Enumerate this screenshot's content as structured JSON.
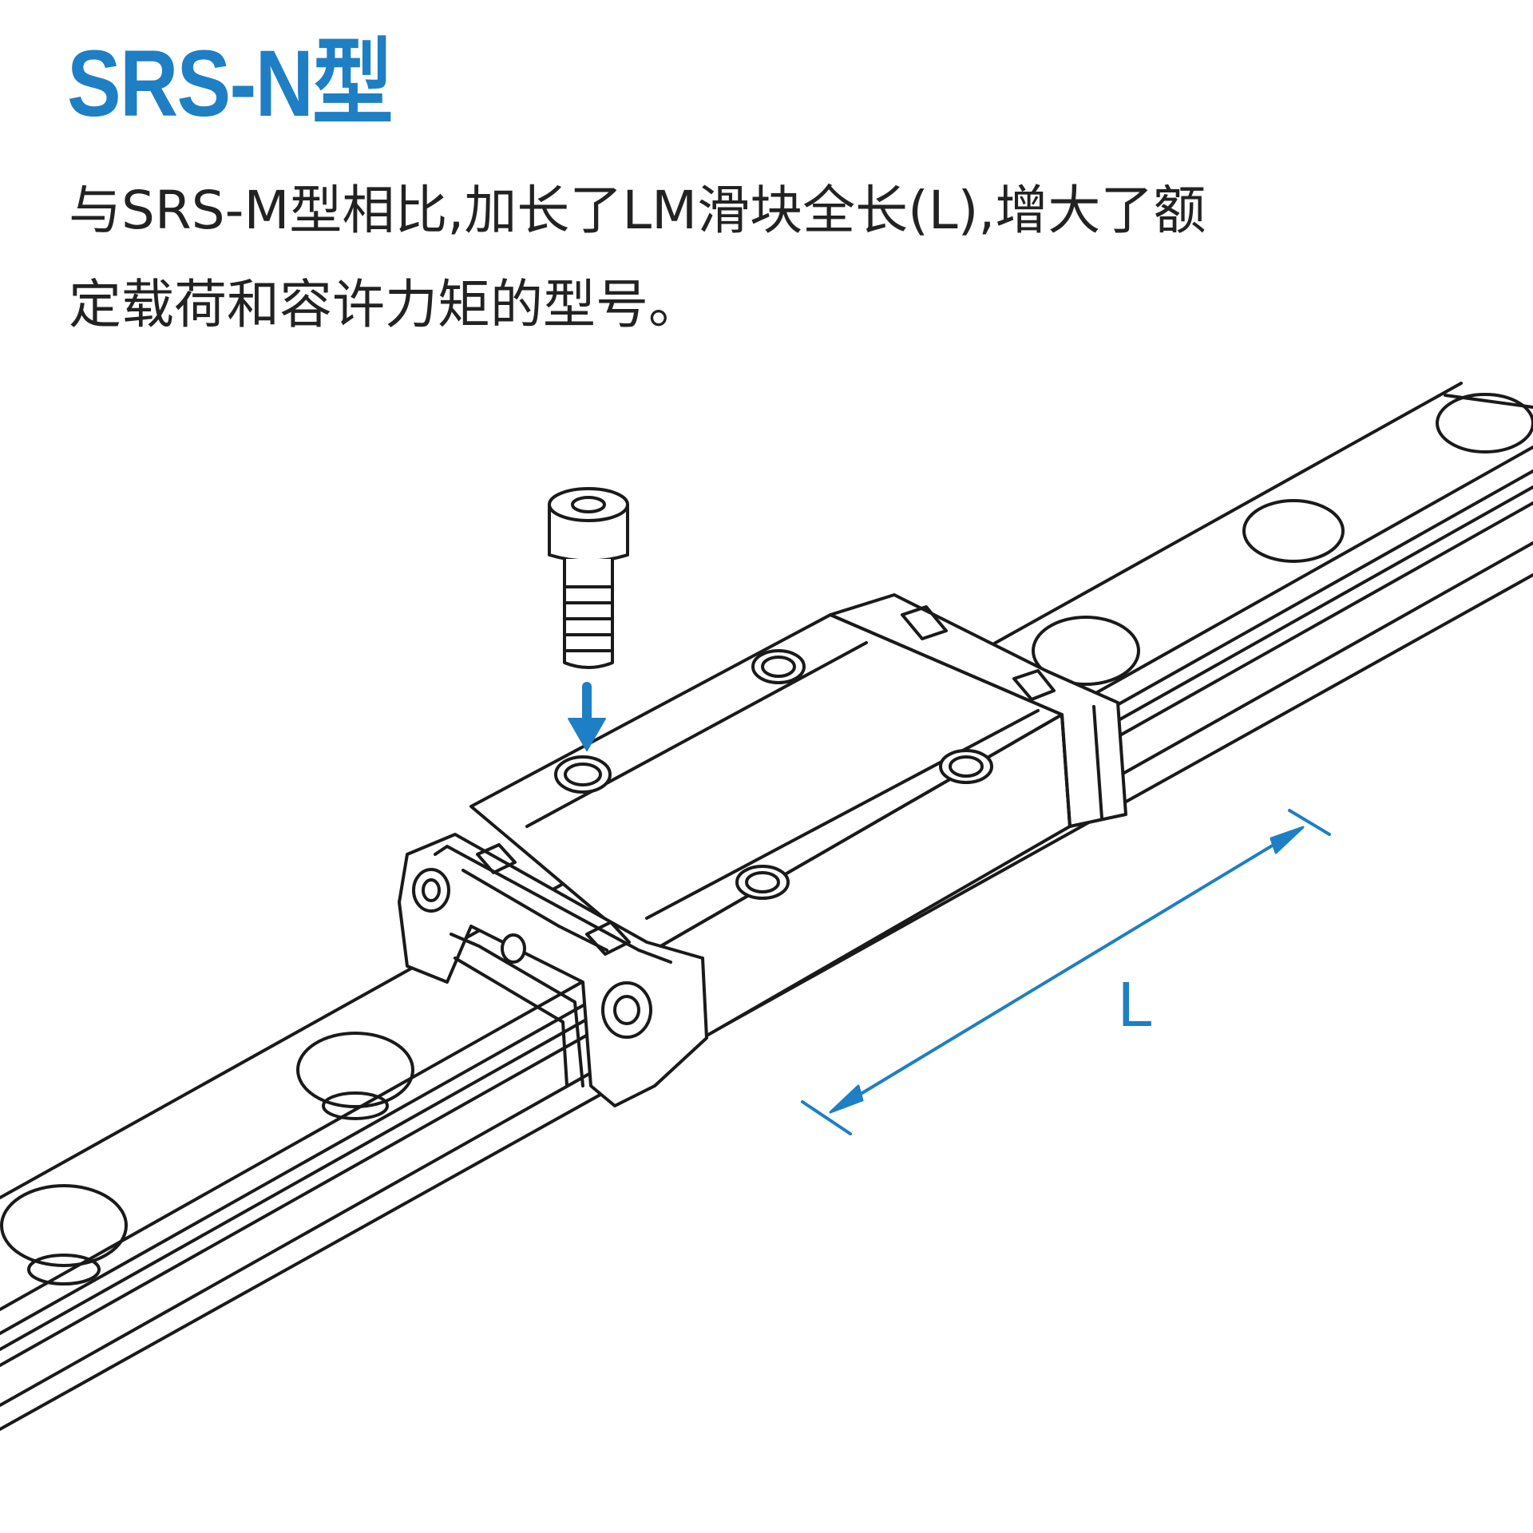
{
  "title": "SRS-N型",
  "description": {
    "line1": "与SRS-M型相比,加长了LM滑块全长(L),增大了额",
    "line2": "定载荷和容许力矩的型号。"
  },
  "dimension_label": "L",
  "colors": {
    "accent": "#1e7fc4",
    "text": "#222222",
    "line": "#1a1a1a"
  },
  "icons": {
    "arrow": "down-arrow-icon",
    "bolt": "cap-screw-icon"
  }
}
